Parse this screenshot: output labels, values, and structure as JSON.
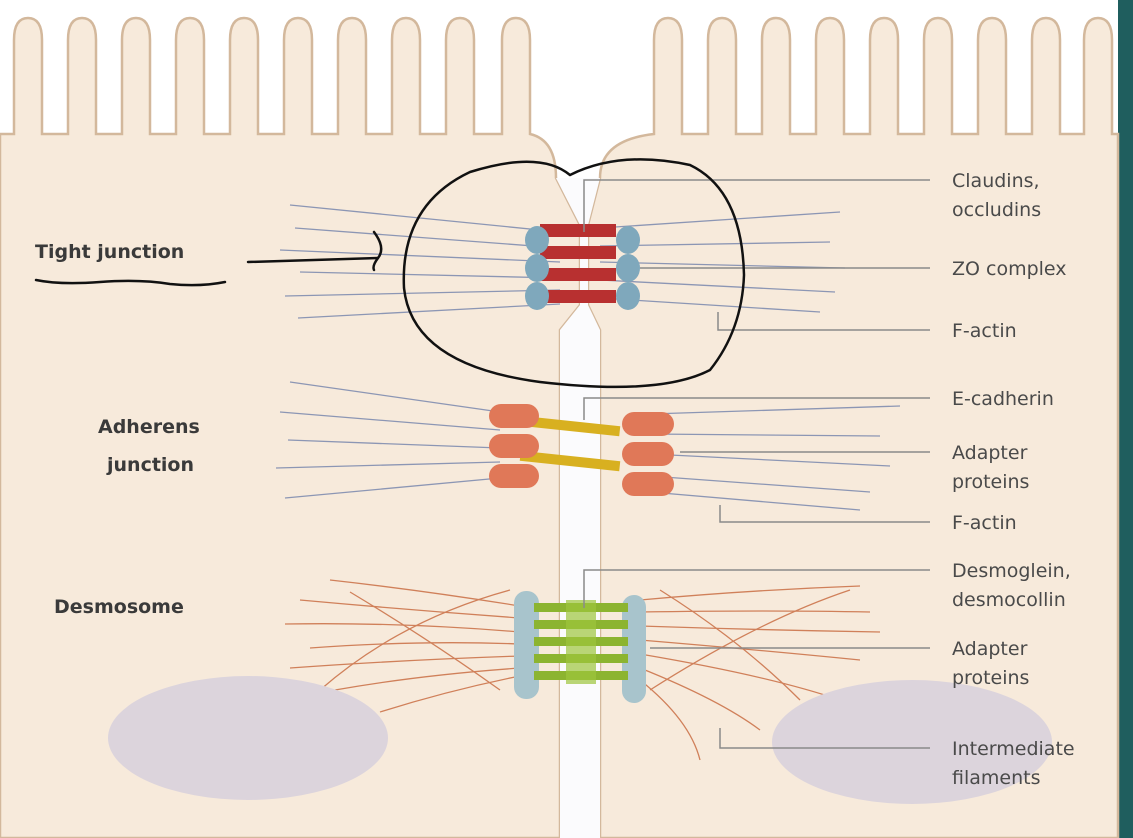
{
  "colors": {
    "slide_background": "#1f5e5e",
    "cell_fill": "#f7eadb",
    "cell_outline": "#d3b89c",
    "tight_junction_protein": "#b83030",
    "tight_junction_anchor": "#7fa8bc",
    "adherens_anchor": "#e07858",
    "adherens_protein": "#d8b020",
    "desmosome_protein": "#8cb430",
    "desmosome_plaque": "#a8c4cc",
    "actin_filament": "#8c96b4",
    "intermediate_filament": "#d0805a",
    "nucleus": "#dcd4dc",
    "annotation_ink": "#111111"
  },
  "left_labels": {
    "tight_junction": "Tight junction",
    "adherens_line1": "Adherens",
    "adherens_line2": "junction",
    "desmosome": "Desmosome"
  },
  "right_labels": {
    "claudins_line1": "Claudins,",
    "claudins_line2": "occludins",
    "zo_complex": "ZO complex",
    "f_actin_tight": "F-actin",
    "e_cadherin": "E-cadherin",
    "adapter_line1": "Adapter",
    "adapter_line2": "proteins",
    "f_actin_adherens": "F-actin",
    "desmoglein_line1": "Desmoglein,",
    "desmoglein_line2": "desmocollin",
    "adapter2_line1": "Adapter",
    "adapter2_line2": "proteins",
    "intermediate_line1": "Intermediate",
    "intermediate_line2": "filaments"
  }
}
